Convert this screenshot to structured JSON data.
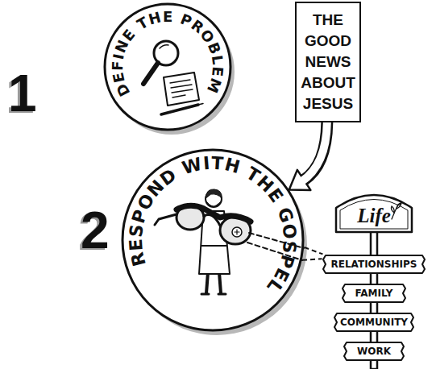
{
  "diagram": {
    "nodes": [
      {
        "text": [
          "DEFINE THE PROBLEM"
        ]
      },
      {
        "text": [
          "RESPOND WITH THE GOSPEL"
        ]
      },
      {
        "text": [
          "THE GOOD NEWS ABOUT JESUS"
        ]
      },
      {
        "text": [
          "Life"
        ]
      },
      {
        "text": [
          "RELATIONSHIPS"
        ]
      },
      {
        "text": [
          "FAMILY"
        ]
      },
      {
        "text": [
          "COMMUNITY"
        ]
      },
      {
        "text": [
          "WORK"
        ]
      }
    ],
    "edges": [
      {
        "from": 2,
        "to": 1,
        "arrow": "to"
      },
      {
        "from": 1,
        "to": 4,
        "arrow": "none"
      }
    ],
    "labels": [
      "1",
      "2"
    ]
  }
}
